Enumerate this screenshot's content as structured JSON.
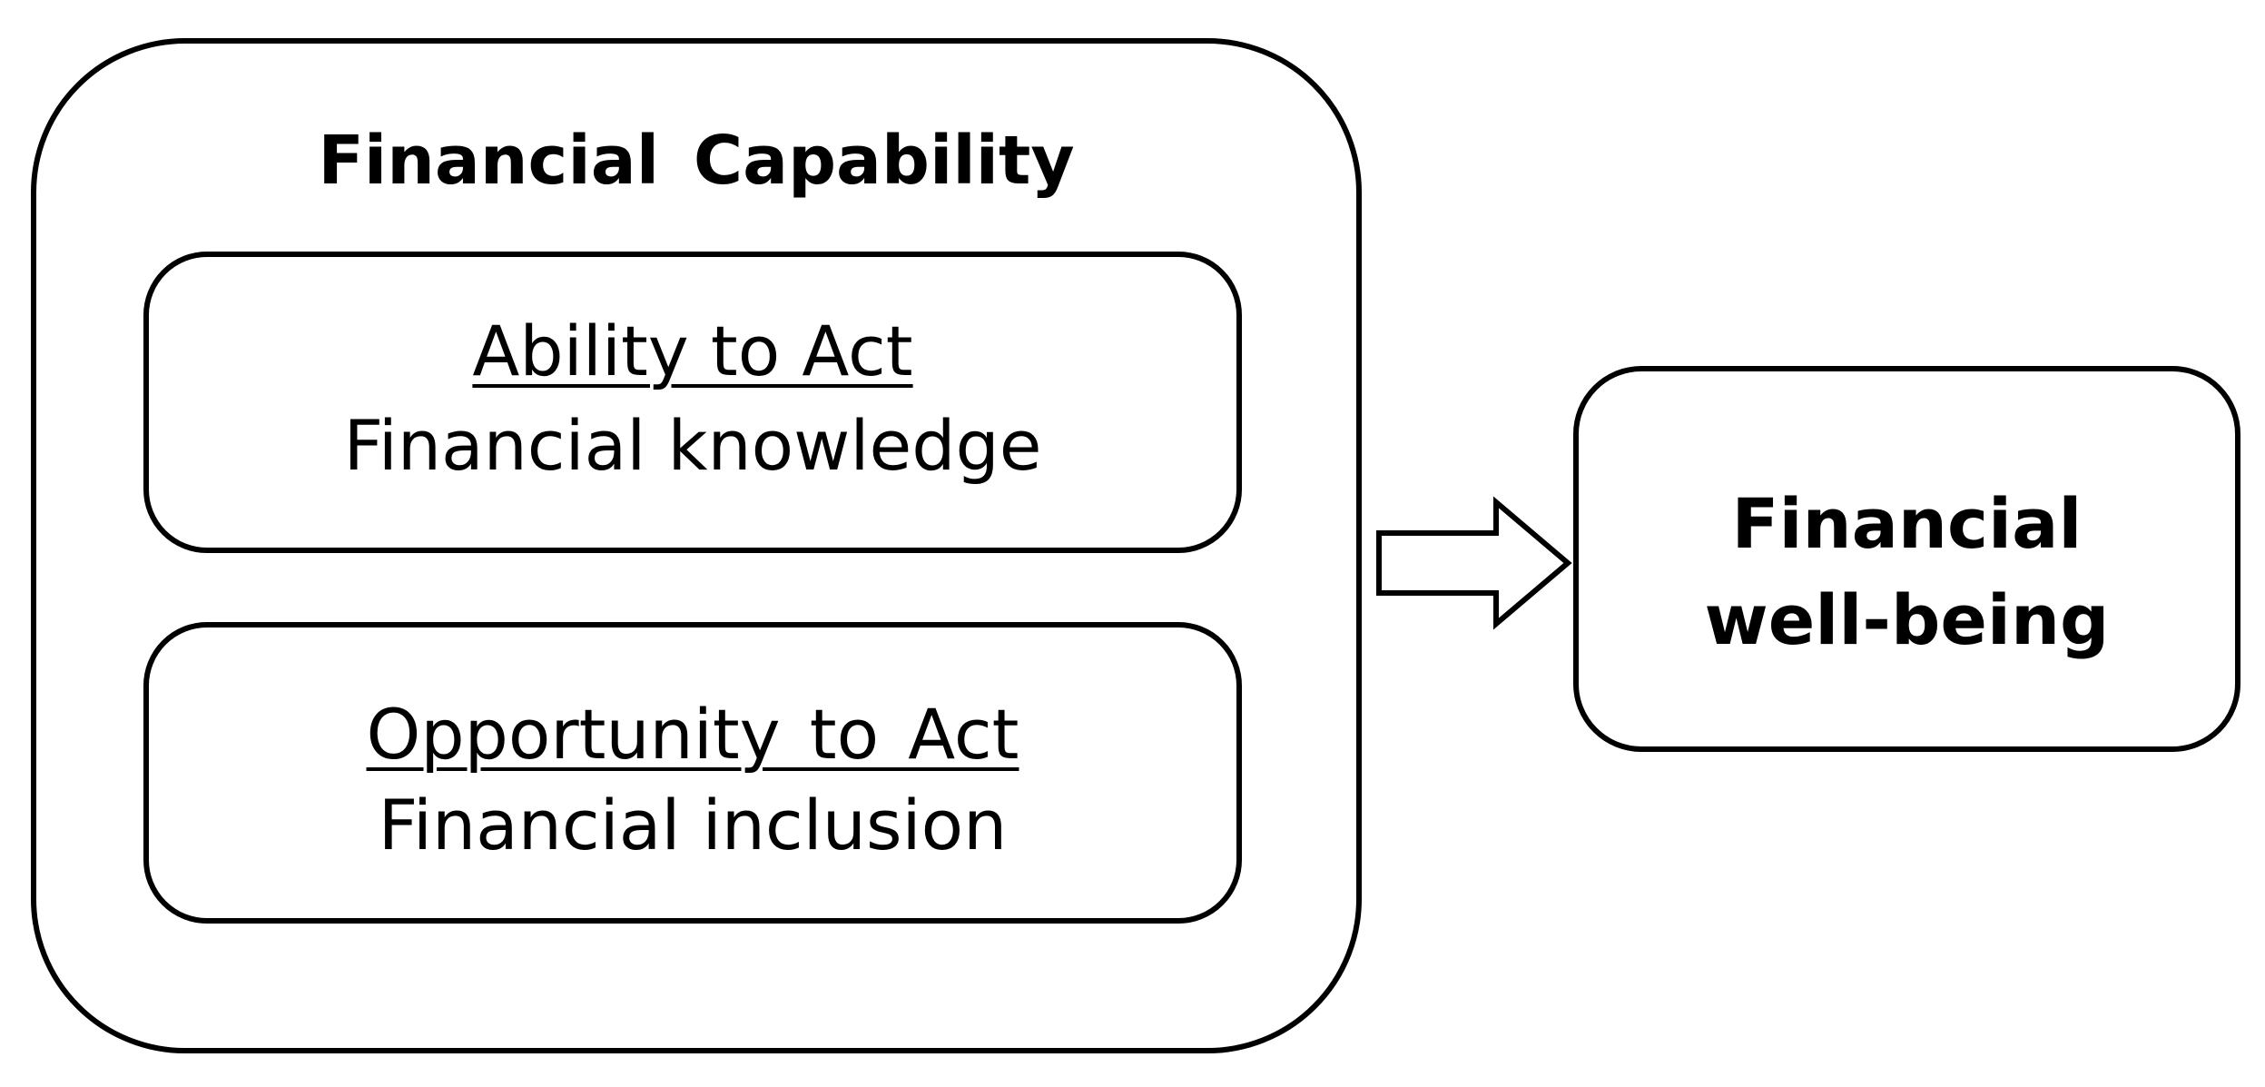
{
  "diagram": {
    "capability": {
      "title": "Financial Capability",
      "ability": {
        "heading": "Ability to Act",
        "description": "Financial knowledge"
      },
      "opportunity": {
        "heading": "Opportunity to Act",
        "description": "Financial inclusion"
      }
    },
    "outcome": {
      "line1": "Financial",
      "line2": "well-being"
    }
  }
}
